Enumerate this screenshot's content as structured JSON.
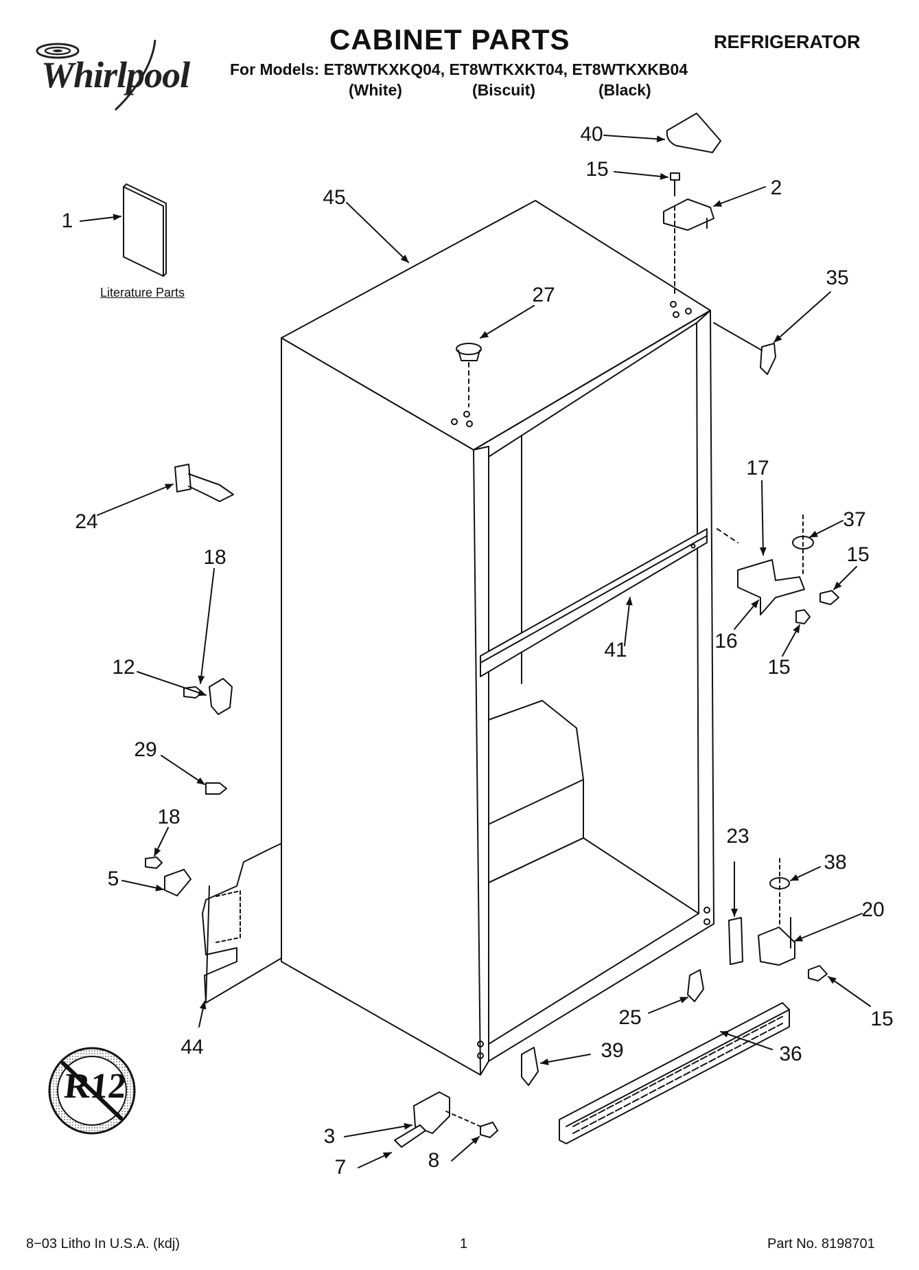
{
  "header": {
    "brand": "Whirlpool",
    "title": "CABINET PARTS",
    "category": "REFRIGERATOR",
    "models_line": "For Models: ET8WTKXKQ04, ET8WTKXKT04, ET8WTKXKB04",
    "colors": [
      "(White)",
      "(Biscuit)",
      "(Black)"
    ]
  },
  "literature_label": "Literature Parts",
  "badge": {
    "text": "R12"
  },
  "callouts": [
    "40",
    "15",
    "2",
    "45",
    "1",
    "35",
    "27",
    "24",
    "17",
    "37",
    "15",
    "18",
    "12",
    "41",
    "16",
    "15",
    "29",
    "18",
    "5",
    "23",
    "38",
    "20",
    "15",
    "44",
    "25",
    "36",
    "39",
    "3",
    "7",
    "8"
  ],
  "footer": {
    "left": "8−03 Litho In U.S.A. (kdj)",
    "page": "1",
    "part": "Part No. 8198701"
  }
}
